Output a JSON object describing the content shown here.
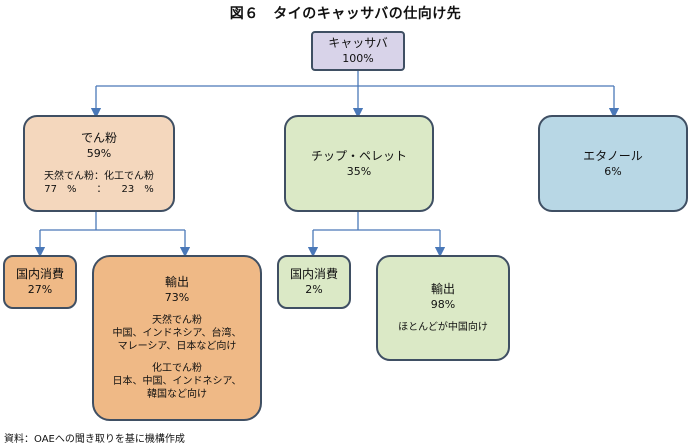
{
  "title": "図６　タイのキャッサバの仕向け先",
  "root": {
    "name": "キャッサバ",
    "value": "100%"
  },
  "starch": {
    "name": "でん粉",
    "value": "59%",
    "split_label": "天然でん粉：化工でん粉",
    "split_values": "77　%　　：　　23　%"
  },
  "chips": {
    "name": "チップ・ペレット",
    "value": "35%"
  },
  "ethanol": {
    "name": "エタノール",
    "value": "6%"
  },
  "starch_domestic": {
    "name": "国内消費",
    "value": "27%"
  },
  "starch_export": {
    "name": "輸出",
    "value": "73%",
    "native_title": "天然でん粉",
    "native_line1": "中国、インドネシア、台湾、",
    "native_line2": "マレーシア、日本など向け",
    "modified_title": "化工でん粉",
    "modified_line1": "日本、中国、インドネシア、",
    "modified_line2": "韓国など向け"
  },
  "chips_domestic": {
    "name": "国内消費",
    "value": "2%"
  },
  "chips_export": {
    "name": "輸出",
    "value": "98%",
    "note": "ほとんどが中国向け"
  },
  "source": "資料：OAEへの聞き取りを基に機構作成",
  "colors": {
    "root": "#d8d3e9",
    "starch": "#f4d7bd",
    "starch_children": "#efb986",
    "chips": "#dbe9c6",
    "ethanol": "#b8d7e5",
    "connector": "#4a78b8",
    "border": "#3f4f63"
  }
}
